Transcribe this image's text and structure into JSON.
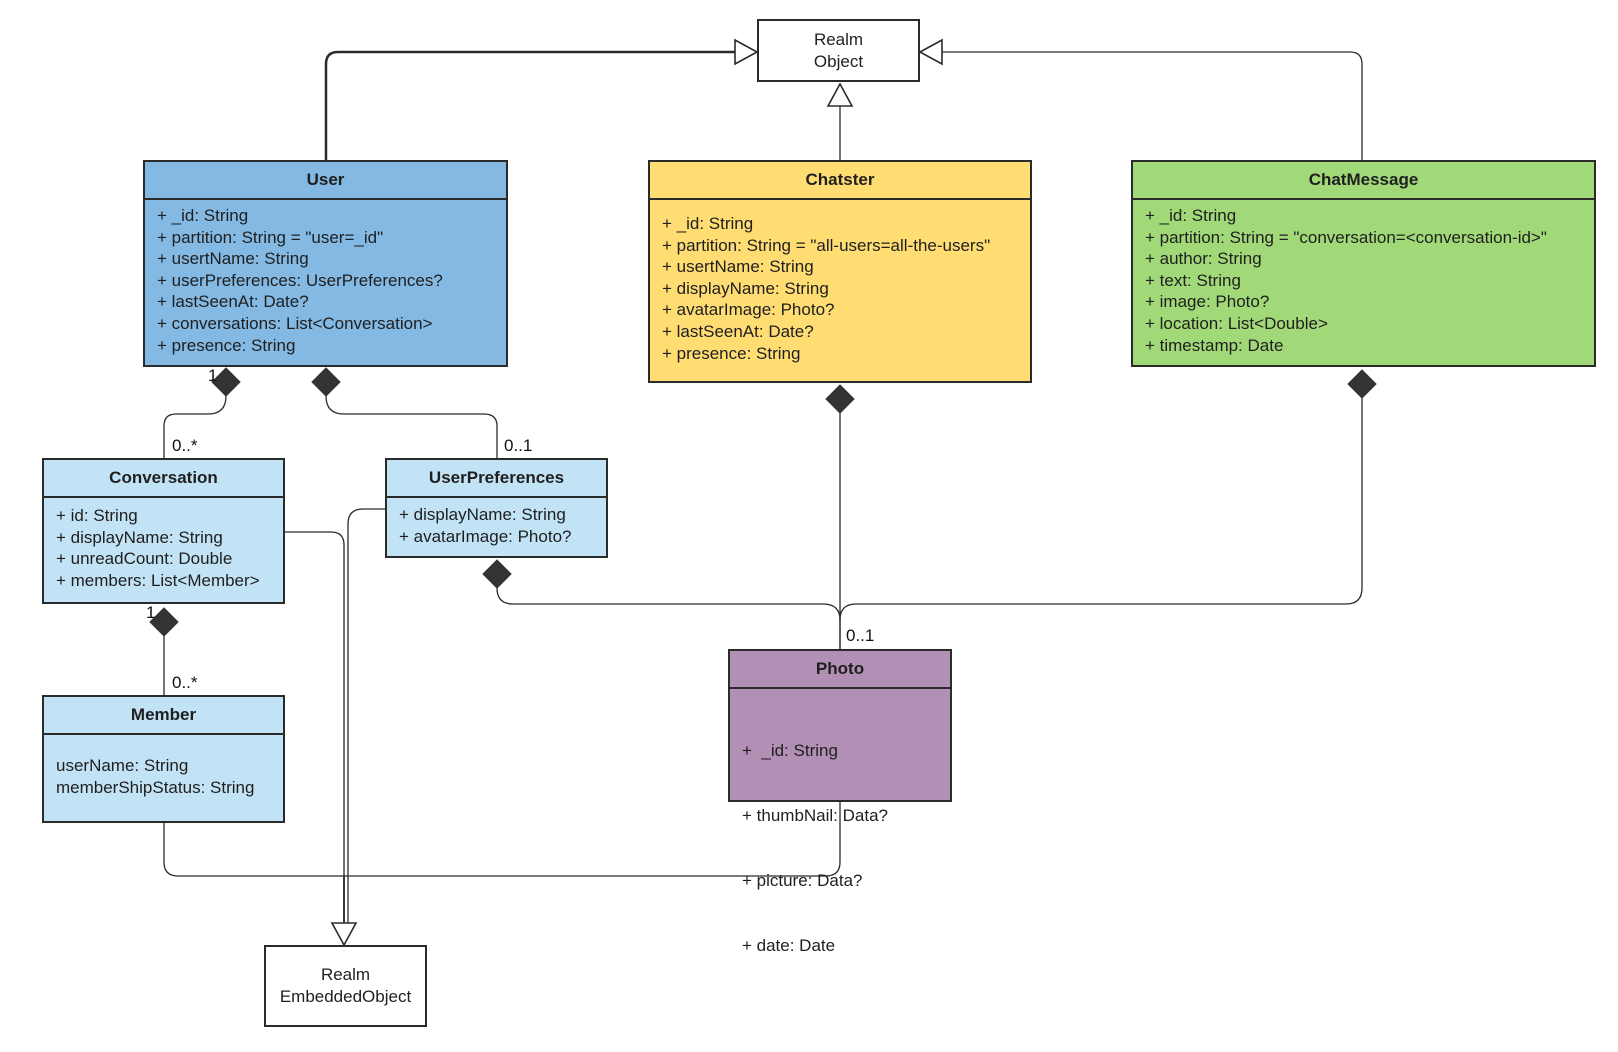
{
  "colors": {
    "user": "#83b9e3",
    "light_blue": "#c2e3f6",
    "chatster": "#ffdd73",
    "chatmessage": "#a2d978",
    "photo": "#b28fb5",
    "line": "#2b2b2b"
  },
  "realm_object": {
    "line1": "Realm",
    "line2": "Object"
  },
  "realm_embedded_object": {
    "line1": "Realm",
    "line2": "EmbeddedObject"
  },
  "classes": {
    "user": {
      "name": "User",
      "attributes": [
        "+ _id: String",
        "+ partition: String = \"user=_id\"",
        "+ usertName: String",
        "+ userPreferences: UserPreferences?",
        "+ lastSeenAt: Date?",
        "+ conversations: List<Conversation>",
        "+ presence: String"
      ]
    },
    "chatster": {
      "name": "Chatster",
      "attributes": [
        "+ _id: String",
        "+ partition: String = \"all-users=all-the-users\"",
        "+ usertName: String",
        "+ displayName: String",
        "+ avatarImage: Photo?",
        "+ lastSeenAt: Date?",
        "+ presence: String"
      ]
    },
    "chatmessage": {
      "name": "ChatMessage",
      "attributes": [
        "+ _id: String",
        "+ partition: String = \"conversation=<conversation-id>\"",
        "+ author: String",
        "+ text: String",
        "+ image: Photo?",
        "+ location: List<Double>",
        "+ timestamp: Date"
      ]
    },
    "conversation": {
      "name": "Conversation",
      "attributes": [
        "+ id: String",
        "+ displayName: String",
        "+ unreadCount: Double",
        "+ members: List<Member>"
      ]
    },
    "userpreferences": {
      "name": "UserPreferences",
      "attributes": [
        "+ displayName: String",
        "+ avatarImage: Photo?"
      ]
    },
    "member": {
      "name": "Member",
      "attributes": [
        "userName: String",
        "memberShipStatus: String"
      ]
    },
    "photo": {
      "name": "Photo",
      "attributes": [
        "+  _id: String",
        "+ thumbNail: Data?",
        "+ picture: Data?",
        "+ date: Date"
      ]
    }
  },
  "multiplicities": {
    "user_conversation_source": "1",
    "user_conversation_target": "0..*",
    "user_prefs_target": "0..1",
    "conversation_member_source": "1",
    "conversation_member_target": "0..*",
    "photo_target": "0..1"
  }
}
